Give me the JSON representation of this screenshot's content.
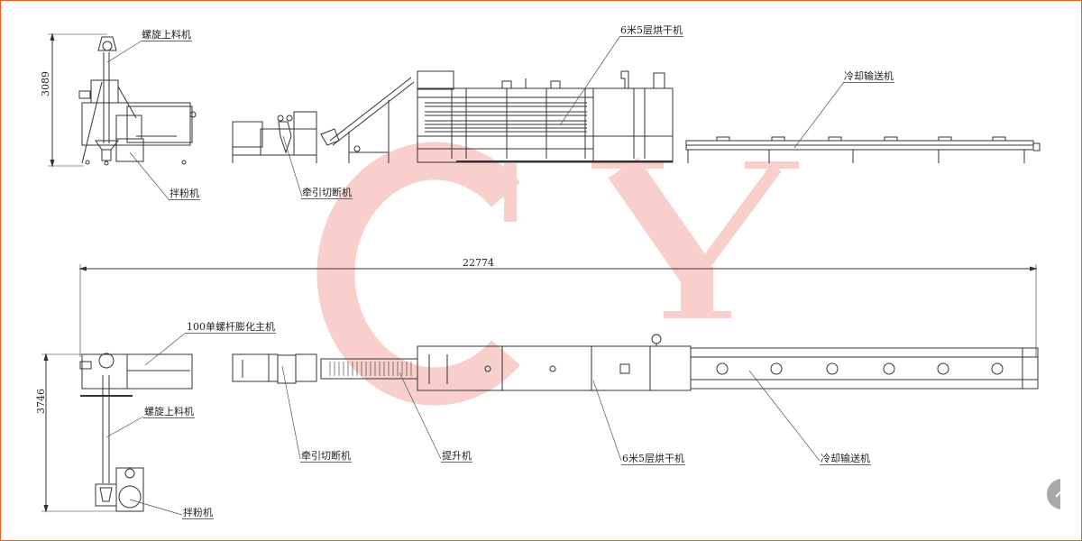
{
  "watermark": {
    "text": "CY",
    "color": "#f8cfca"
  },
  "elevation_view": {
    "height_dimension": "3089",
    "labels": {
      "screw_feeder": "螺旋上料机",
      "powder_mixer": "拌粉机",
      "traction_cutter": "牵引切断机",
      "dryer": "6米5层烘干机",
      "cooling_conveyor": "冷却输送机"
    }
  },
  "overall_length_dimension": "22774",
  "plan_view": {
    "width_dimension": "3746",
    "labels": {
      "extruder": "100单螺杆膨化主机",
      "screw_feeder": "螺旋上料机",
      "powder_mixer": "拌粉机",
      "traction_cutter": "牵引切断机",
      "hoist": "提升机",
      "dryer": "6米5层烘干机",
      "cooling_conveyor": "冷却输送机"
    }
  },
  "colors": {
    "frame_border": "#e8601c",
    "line": "#333333"
  }
}
